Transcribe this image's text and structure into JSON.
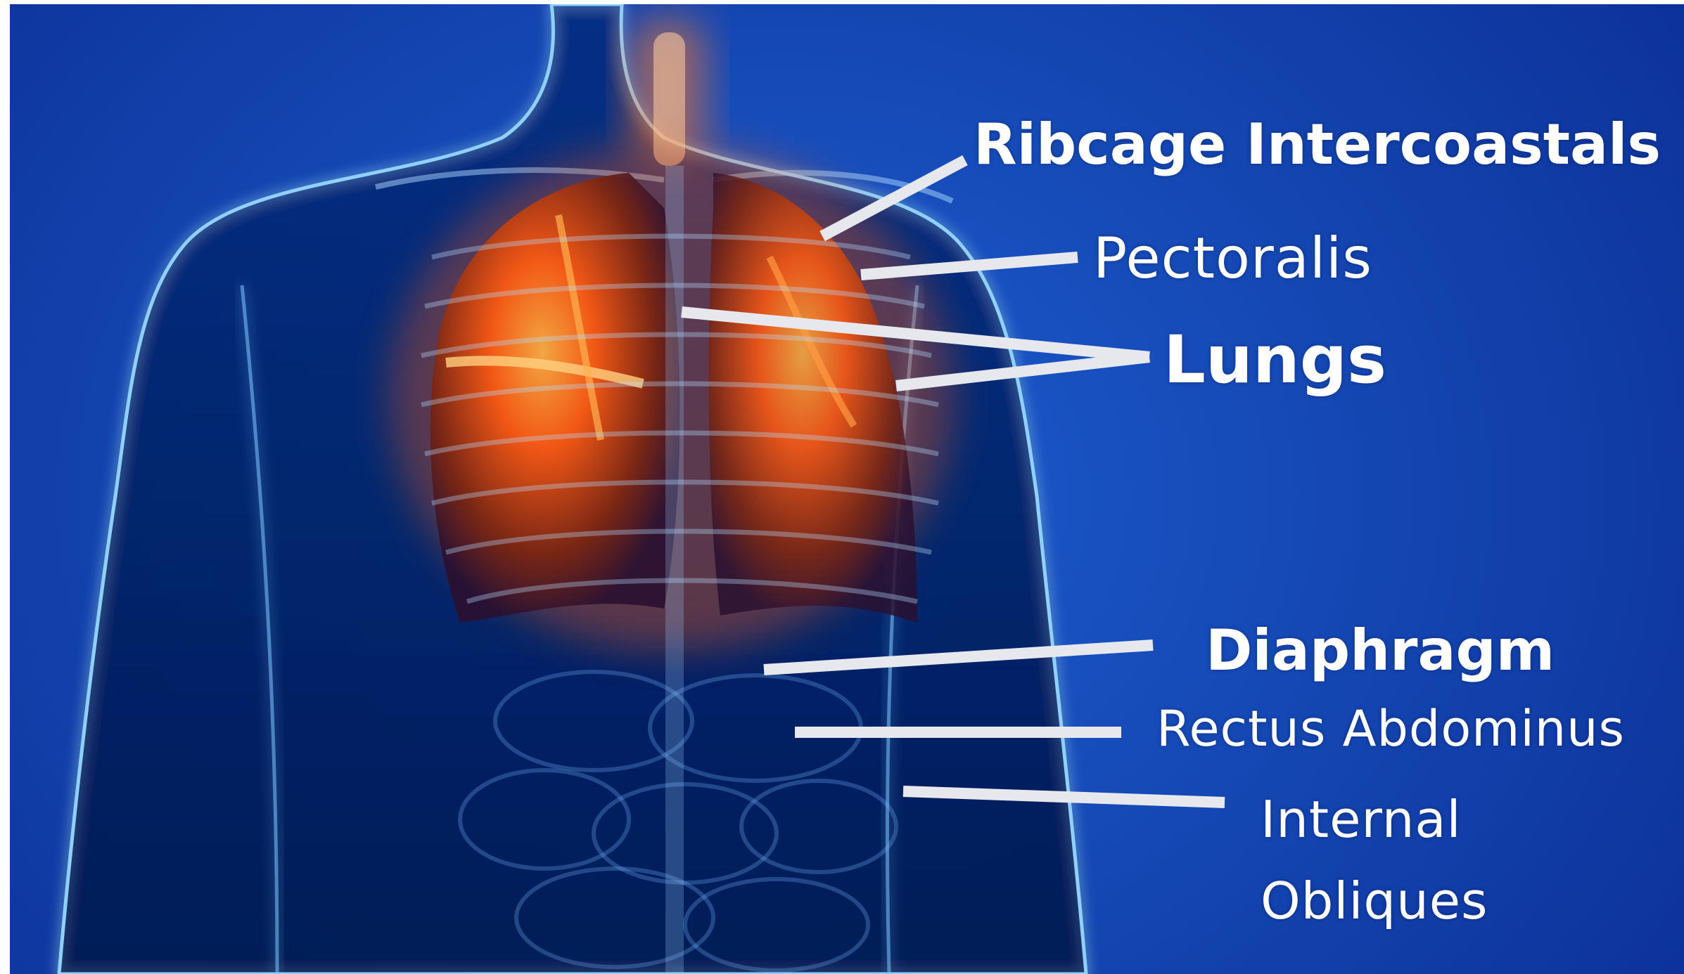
{
  "labels": {
    "ribcage": "Ribcage Intercoastals",
    "pectoralis": "Pectoralis",
    "lungs": "Lungs",
    "diaphragm": "Diaphragm",
    "rectus": "Rectus Abdominus",
    "obliques_line1": "Internal",
    "obliques_line2": "Obliques"
  },
  "colors": {
    "background": "#1650c4",
    "body_glow": "#8fd0ff",
    "lungs": "#ff6a1a",
    "leader_lines": "#e6e8ee",
    "text": "#ffffff"
  }
}
